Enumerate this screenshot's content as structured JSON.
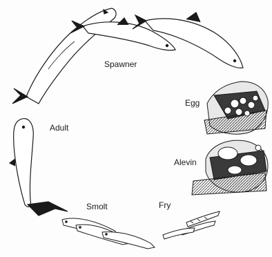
{
  "stages": {
    "spawner": "Spawner",
    "egg": "Egg",
    "adult": "Adult",
    "alevin": "Alevin",
    "smolt": "Smolt",
    "fry": "Fry"
  },
  "colors": {
    "ink": "#1a1a1a",
    "fill": "#ffffff",
    "shade": "#3a3a3a",
    "gravel": "#e8e8e8"
  }
}
